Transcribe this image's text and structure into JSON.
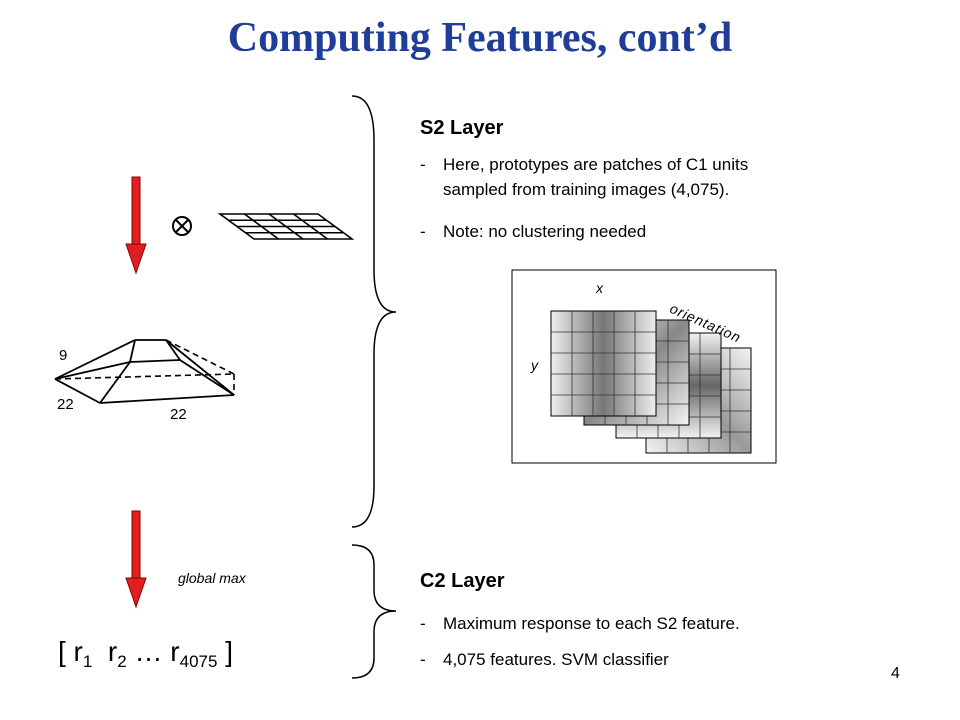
{
  "title": "Computing Features, cont’d",
  "s2": {
    "heading": "S2 Layer",
    "bullets": [
      {
        "dash": "-",
        "lines": [
          "Here, prototypes are patches of C1 units",
          "sampled from training images (4,075)."
        ]
      },
      {
        "dash": "-",
        "lines": [
          "Note: no clustering needed"
        ]
      }
    ]
  },
  "c2": {
    "heading": "C2 Layer",
    "bullets": [
      {
        "dash": "-",
        "text": "Maximum response to each S2 feature."
      },
      {
        "dash": "-",
        "text": "4,075 features.  SVM classifier"
      }
    ]
  },
  "pyramid_labels": {
    "top": "9",
    "left": "22",
    "bottom": "22"
  },
  "figure_labels": {
    "x": "x",
    "y": "y",
    "orientation": "orientation"
  },
  "global_max": "global max",
  "vector": {
    "open": "[ r",
    "s1": "1",
    "r2": "  r",
    "s2": "2",
    "dots": " … r",
    "s3": "4075",
    "close": " ]"
  },
  "page_number": "4",
  "colors": {
    "title": "#1f3d99",
    "arrow": "#e02020"
  }
}
